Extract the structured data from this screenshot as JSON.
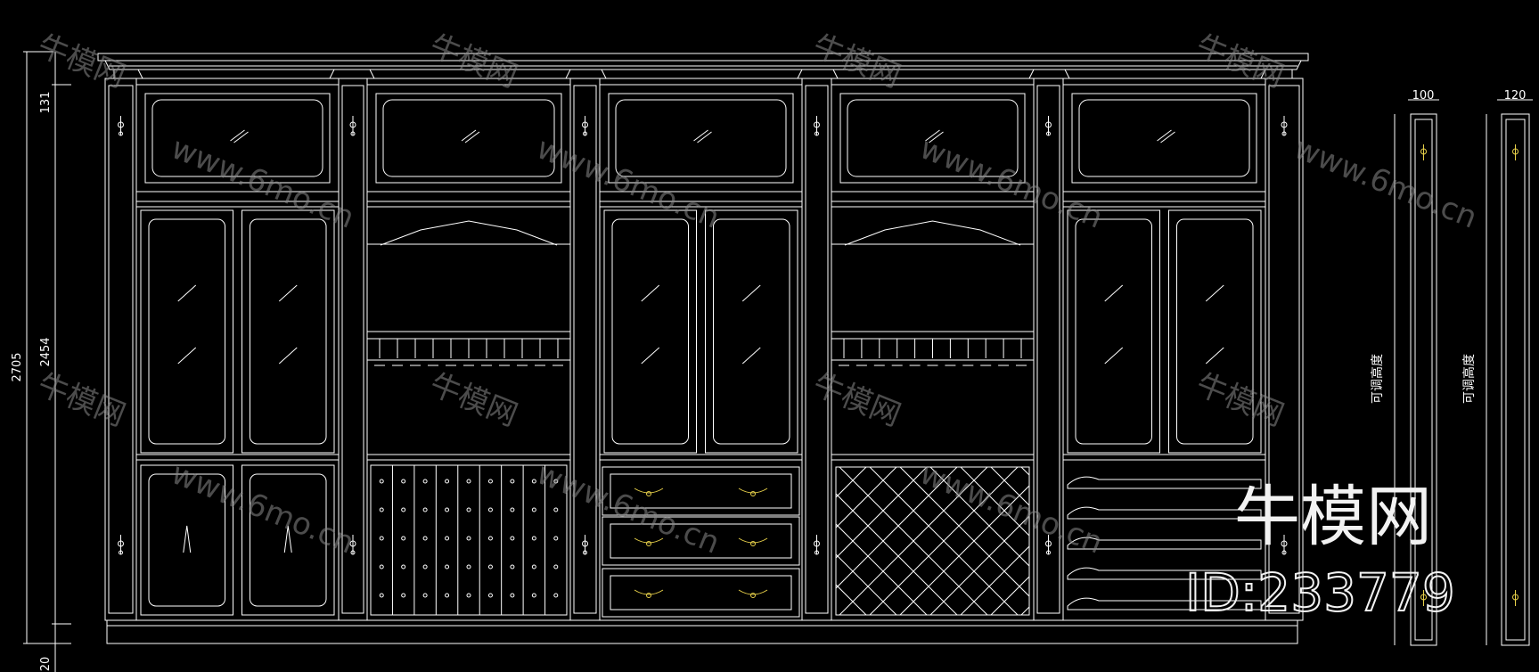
{
  "dimensions": {
    "total_height": "2705",
    "top_section": "131",
    "body_height": "2454",
    "base_height": "20",
    "panel_a_width": "100",
    "panel_b_width": "120"
  },
  "labels": {
    "adjustable_height_a": "可调高度",
    "adjustable_height_b": "可调高度"
  },
  "watermark": {
    "brand": "牛模网",
    "id_text": "ID:233779",
    "site": "www.6mo.cn"
  },
  "colors": {
    "background": "#000000",
    "lines": "#ffffff",
    "hardware": "#e8d14a"
  }
}
